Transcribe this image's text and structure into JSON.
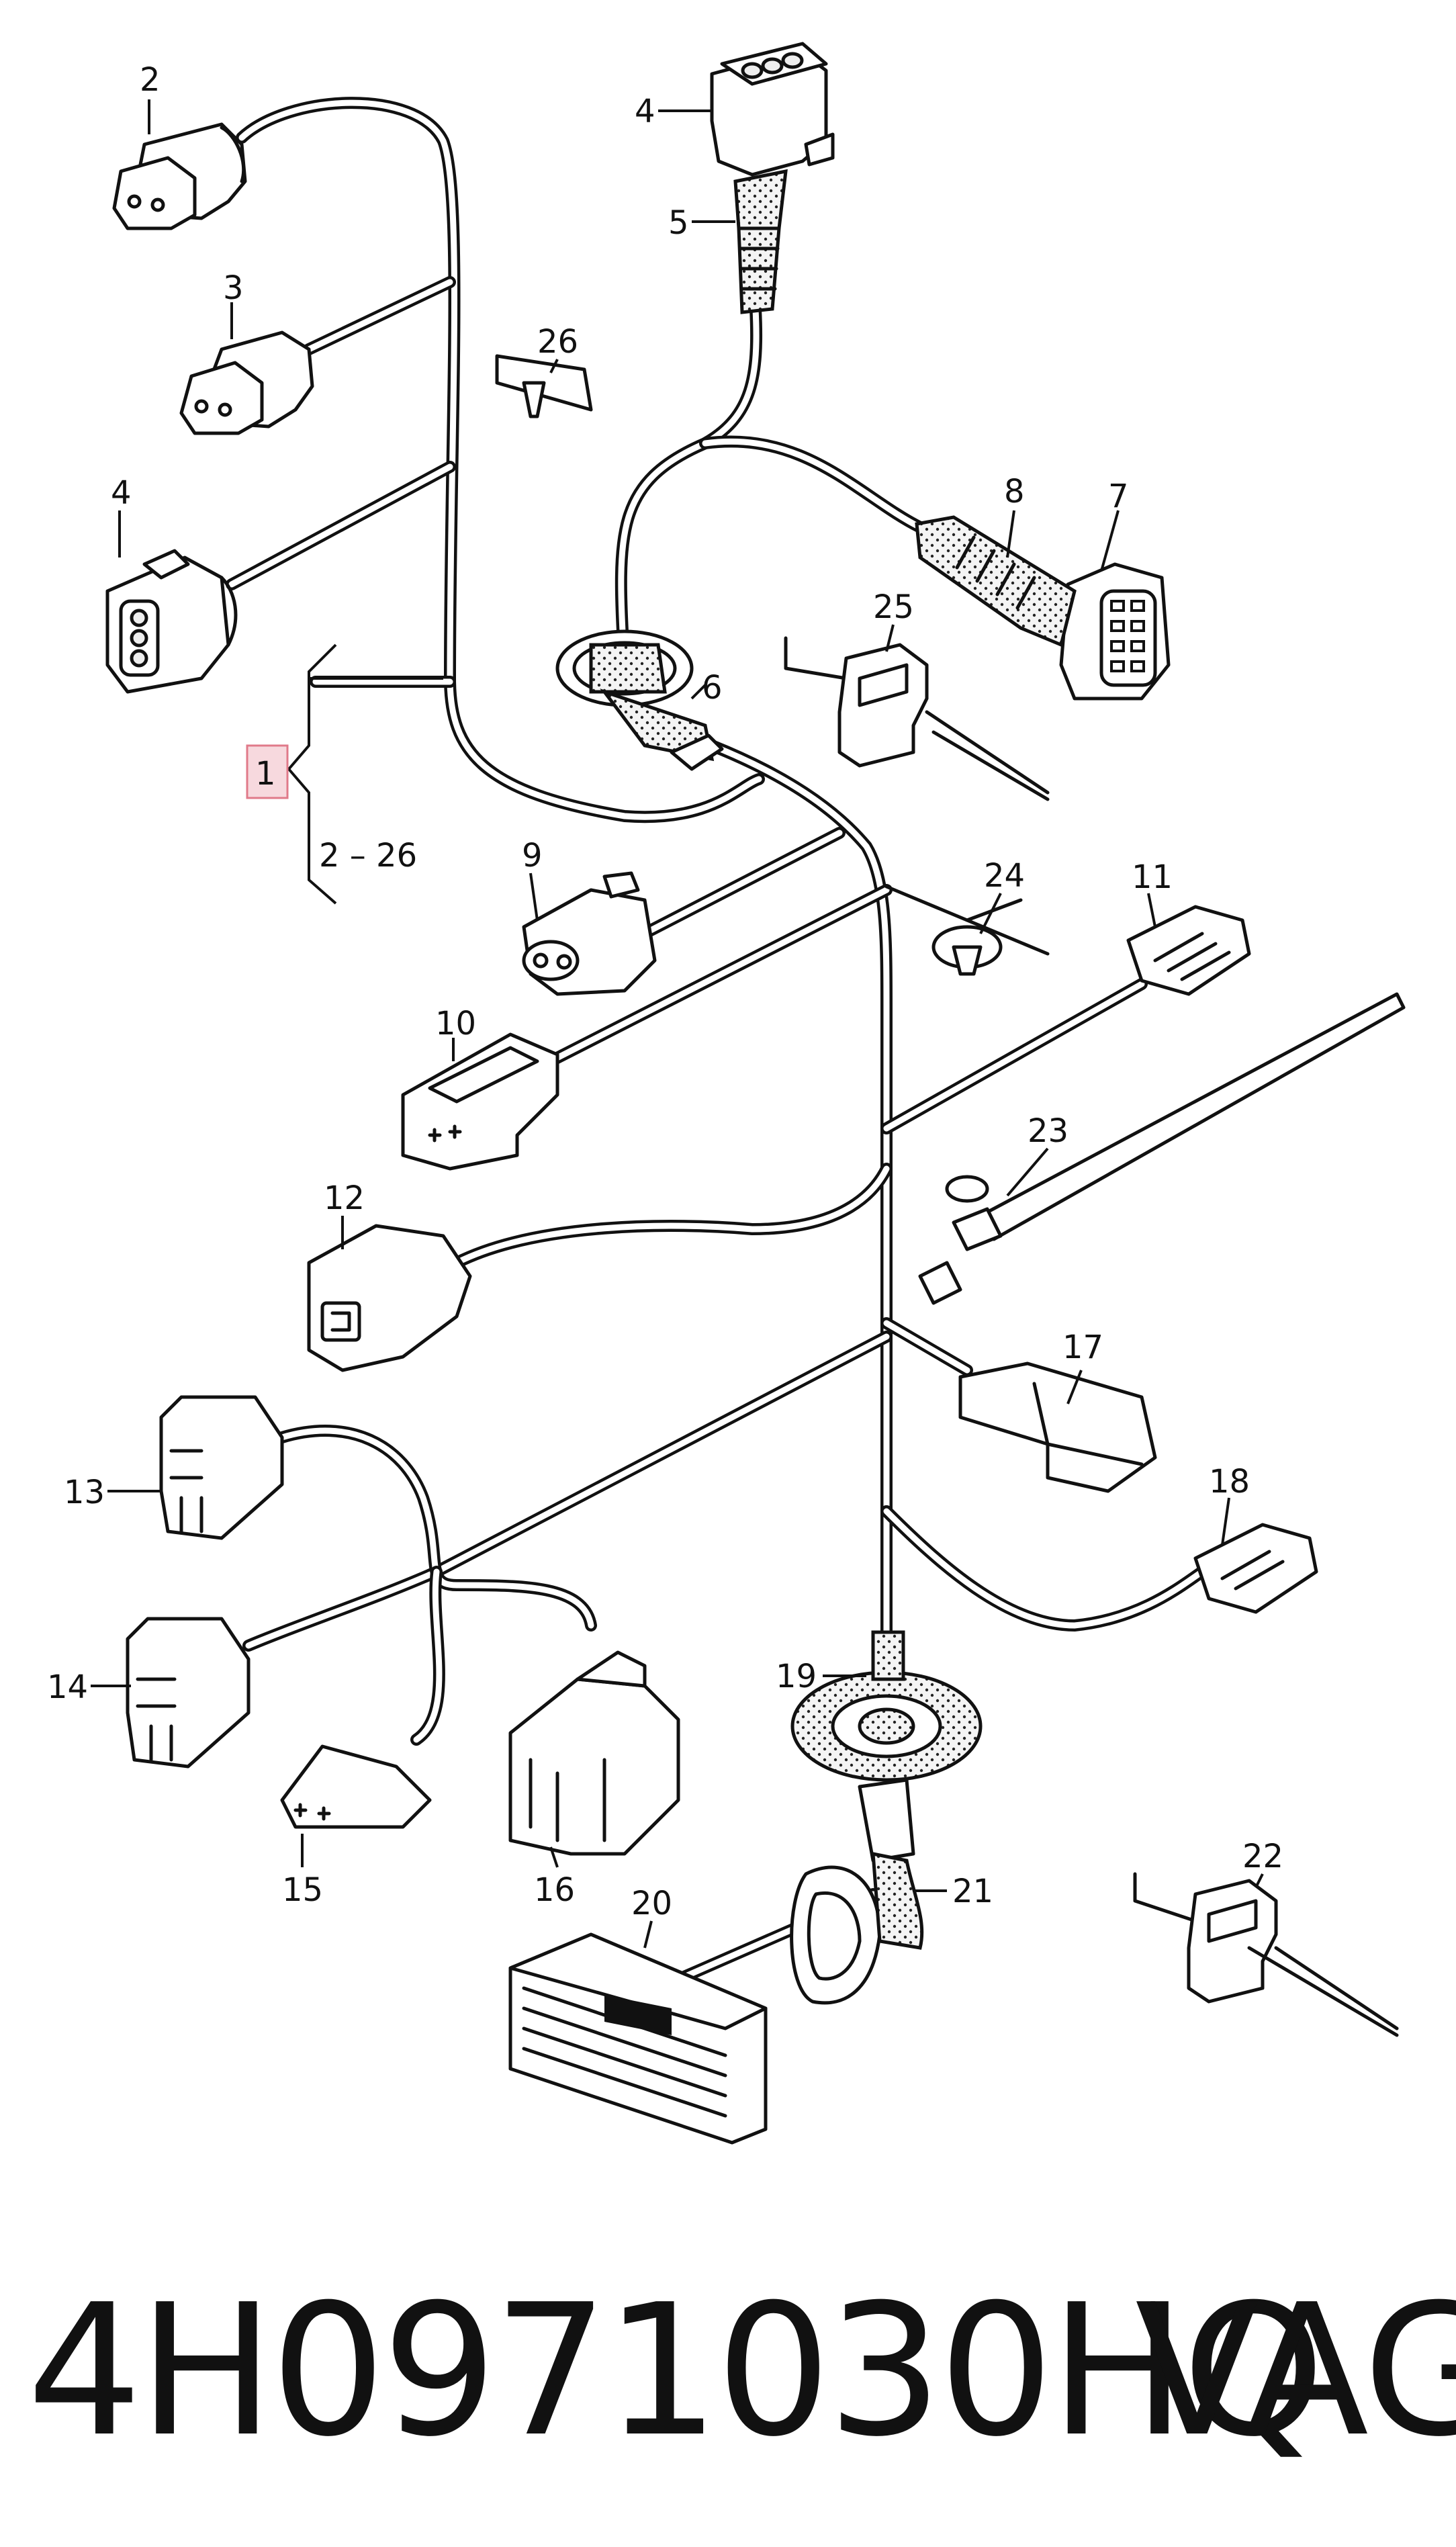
{
  "callouts": {
    "c1": "1",
    "c1_range": "2 – 26",
    "c2": "2",
    "c3": "3",
    "c4a": "4",
    "c4b": "4",
    "c5": "5",
    "c6": "6",
    "c7": "7",
    "c8": "8",
    "c9": "9",
    "c10": "10",
    "c11": "11",
    "c12": "12",
    "c13": "13",
    "c14": "14",
    "c15": "15",
    "c16": "16",
    "c17": "17",
    "c18": "18",
    "c19": "19",
    "c20": "20",
    "c21": "21",
    "c22": "22",
    "c23": "23",
    "c24": "24",
    "c25": "25",
    "c26": "26"
  },
  "footer": {
    "part_number": "4H0971030HQ",
    "brand": "VAG"
  },
  "colors": {
    "line": "#111111",
    "background": "#ffffff",
    "highlight_box": "#f7d9de",
    "highlight_border": "#e07a8a"
  }
}
